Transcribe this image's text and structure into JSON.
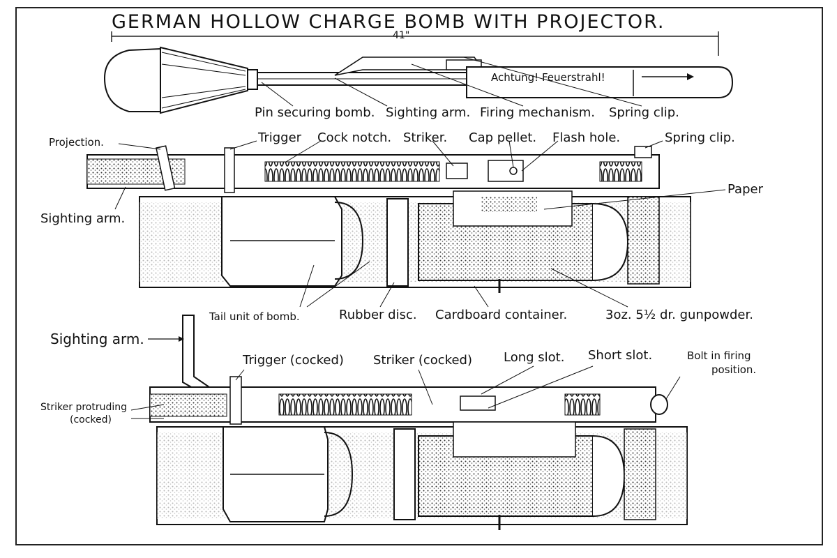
{
  "title": "GERMAN HOLLOW CHARGE BOMB WITH PROJECTOR.",
  "dimension": "41\"",
  "warning": "Achtung! Feuerstrahl!",
  "labels_top": {
    "pin": "Pin securing bomb.",
    "sighting_arm": "Sighting arm.",
    "firing_mechanism": "Firing mechanism.",
    "spring_clip": "Spring clip."
  },
  "labels_mid": {
    "projection": "Projection.",
    "trigger": "Trigger",
    "cock_notch": "Cock notch.",
    "striker": "Striker.",
    "cap_pellet": "Cap pellet.",
    "flash_hole": "Flash hole.",
    "spring_clip": "Spring clip.",
    "paper": "Paper",
    "sighting_arm": "Sighting arm.",
    "tail_unit": "Tail unit of bomb.",
    "rubber_disc": "Rubber disc.",
    "cardboard": "Cardboard container.",
    "gunpowder": "3oz. 5½ dr. gunpowder."
  },
  "labels_bottom": {
    "sighting_arm": "Sighting arm.",
    "trigger_cocked": "Trigger (cocked)",
    "striker_cocked": "Striker (cocked)",
    "long_slot": "Long slot.",
    "short_slot": "Short slot.",
    "bolt_line1": "Bolt in firing",
    "bolt_line2": "position.",
    "striker_protruding_line1": "Striker protruding",
    "striker_protruding_line2": "(cocked)"
  }
}
